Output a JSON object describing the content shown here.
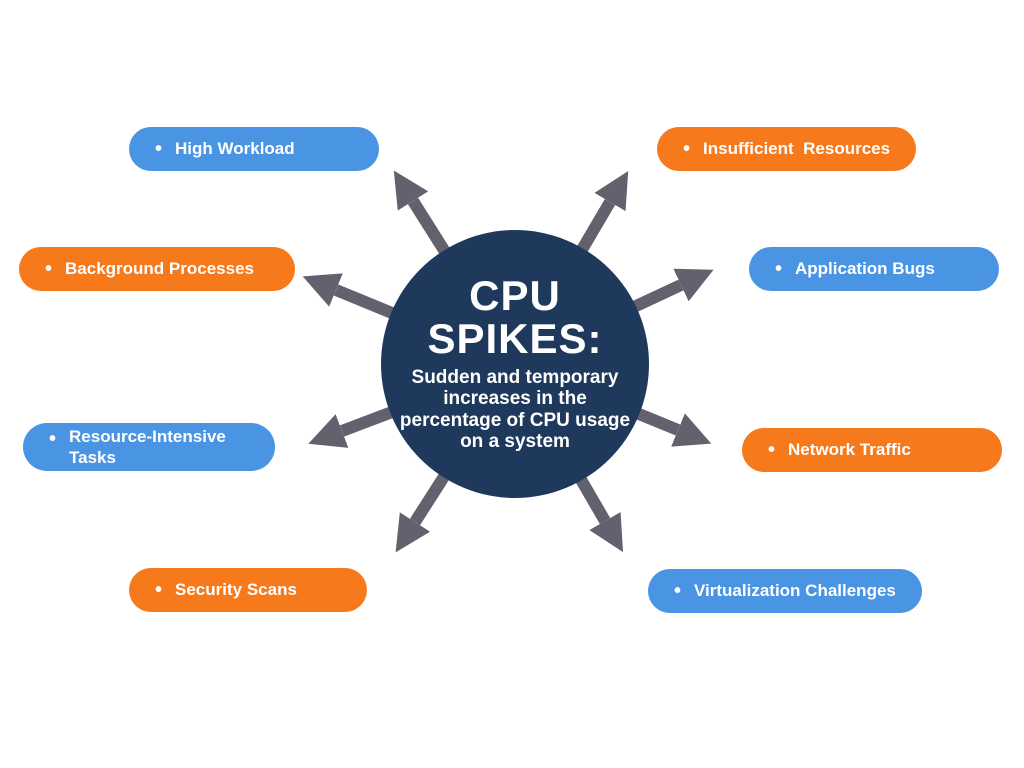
{
  "colors": {
    "navy": "#1e395c",
    "blue": "#4a94e4",
    "orange": "#f6791c",
    "arrow_gray": "#62626f",
    "bg": "#ffffff",
    "text_white": "#ffffff"
  },
  "bullet": "•",
  "center": {
    "title_line1": "CPU",
    "title_line2": "SPIKES:",
    "description": "Sudden and temporary increases in the percentage of CPU usage on a system"
  },
  "nodes": [
    {
      "label": "High Workload",
      "color": "blue",
      "position": "top-left"
    },
    {
      "label": "Insufficient  Resources",
      "color": "orange",
      "position": "top-right"
    },
    {
      "label": "Background Processes",
      "color": "orange",
      "position": "upper-left"
    },
    {
      "label": "Application Bugs",
      "color": "blue",
      "position": "upper-right"
    },
    {
      "label": "Resource-Intensive Tasks",
      "color": "blue",
      "position": "lower-left"
    },
    {
      "label": "Network Traffic",
      "color": "orange",
      "position": "lower-right"
    },
    {
      "label": "Security Scans",
      "color": "orange",
      "position": "bottom-left"
    },
    {
      "label": "Virtualization Challenges",
      "color": "blue",
      "position": "bottom-right"
    }
  ]
}
